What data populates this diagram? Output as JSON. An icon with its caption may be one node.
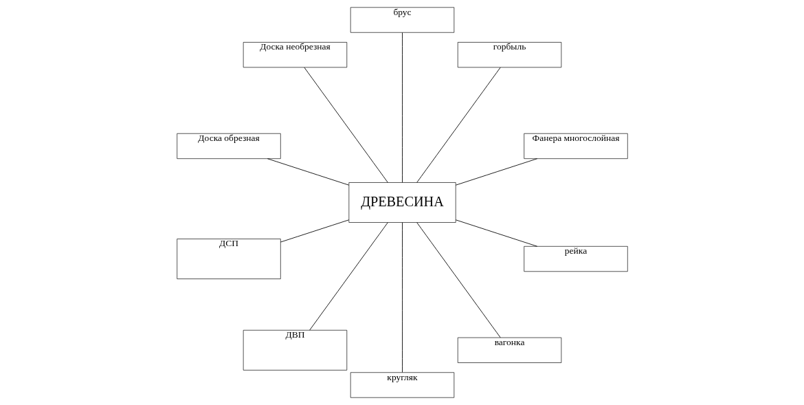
{
  "diagram": {
    "nodes": [
      {
        "text": [
          "Фанера многослойная"
        ]
      },
      {
        "text": [
          "горбыль"
        ]
      },
      {
        "text": [
          "брус"
        ]
      },
      {
        "text": [
          "Доска необрезная"
        ]
      },
      {
        "text": [
          "ДРЕВЕСИНА"
        ]
      },
      {
        "text": [
          "Доска обрезная"
        ]
      },
      {
        "text": [
          "ДСП"
        ]
      },
      {
        "text": [
          "ДВП"
        ]
      },
      {
        "text": [
          "кругляк"
        ]
      },
      {
        "text": [
          "вагонка"
        ]
      },
      {
        "text": [
          "рейка"
        ]
      }
    ],
    "edges": [
      {
        "from": 4,
        "to": 0,
        "arrow": "none"
      },
      {
        "from": 4,
        "to": 1,
        "arrow": "none"
      },
      {
        "from": 4,
        "to": 2,
        "arrow": "none"
      },
      {
        "from": 4,
        "to": 3,
        "arrow": "none"
      },
      {
        "from": 4,
        "to": 5,
        "arrow": "none"
      },
      {
        "from": 4,
        "to": 6,
        "arrow": "none"
      },
      {
        "from": 4,
        "to": 7,
        "arrow": "none"
      },
      {
        "from": 4,
        "to": 8,
        "arrow": "none"
      },
      {
        "from": 4,
        "to": 9,
        "arrow": "none"
      },
      {
        "from": 4,
        "to": 10,
        "arrow": "none"
      }
    ]
  }
}
